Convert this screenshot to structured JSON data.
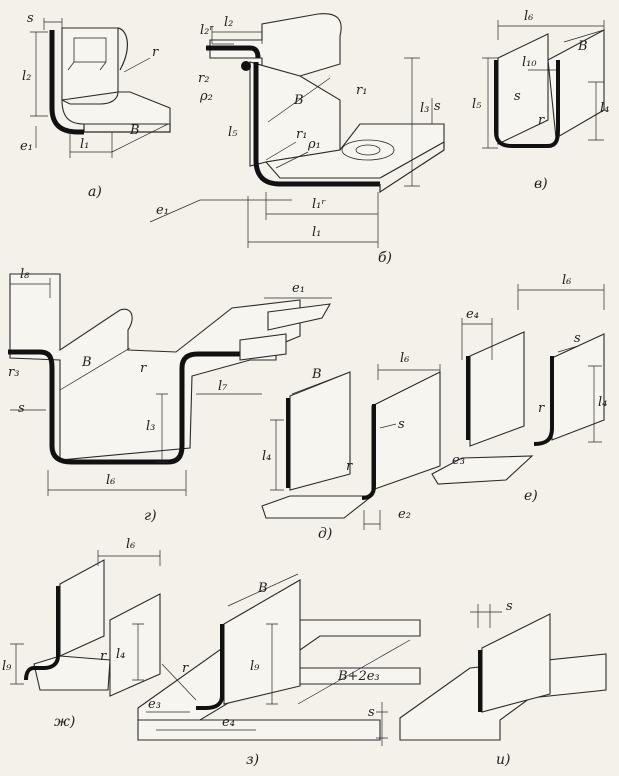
{
  "panels": {
    "a": {
      "caption": "а)",
      "labels": {
        "s": "s",
        "r": "r",
        "l2": "l₂",
        "e1": "e₁",
        "l1": "l₁",
        "B": "B"
      }
    },
    "b": {
      "caption": "б)",
      "labels": {
        "l2r": "l₂ʳ",
        "l2": "l₂",
        "r2": "r₂",
        "rho2": "ρ₂",
        "l5": "l₅",
        "B": "B",
        "r1a": "r₁",
        "l3": "l₃",
        "s": "s",
        "r1b": "r₁",
        "rho1": "ρ₁",
        "e1": "e₁",
        "l1r": "l₁ʳ",
        "l1": "l₁"
      }
    },
    "v": {
      "caption": "в)",
      "labels": {
        "l6": "l₆",
        "l10": "l₁₀",
        "B": "B",
        "l5": "l₅",
        "s": "s",
        "l4": "l₄",
        "r": "r"
      }
    },
    "g": {
      "caption": "г)",
      "labels": {
        "l8": "l₈",
        "r3": "r₃",
        "B": "B",
        "s": "s",
        "r": "r",
        "l7": "l₇",
        "l3": "l₃",
        "l6": "l₆"
      }
    },
    "d": {
      "caption": "д)",
      "labels": {
        "e1": "e₁",
        "B": "B",
        "l6": "l₆",
        "l4": "l₄",
        "s": "s",
        "r": "r",
        "e2": "e₂"
      }
    },
    "e": {
      "caption": "е)",
      "labels": {
        "e4": "e₄",
        "l6": "l₆",
        "s": "s",
        "r": "r",
        "l4": "l₄",
        "e3": "e₃"
      }
    },
    "zh": {
      "caption": "ж)",
      "labels": {
        "l6": "l₆",
        "l9": "l₉",
        "r": "r",
        "l4": "l₄"
      }
    },
    "z": {
      "caption": "з)",
      "labels": {
        "B": "B",
        "l9": "l₉",
        "B2e3": "B+2e₃",
        "s": "s",
        "r": "r",
        "e3": "e₃",
        "e4": "e₄"
      }
    },
    "i": {
      "caption": "и)",
      "labels": {
        "s": "s"
      }
    }
  }
}
